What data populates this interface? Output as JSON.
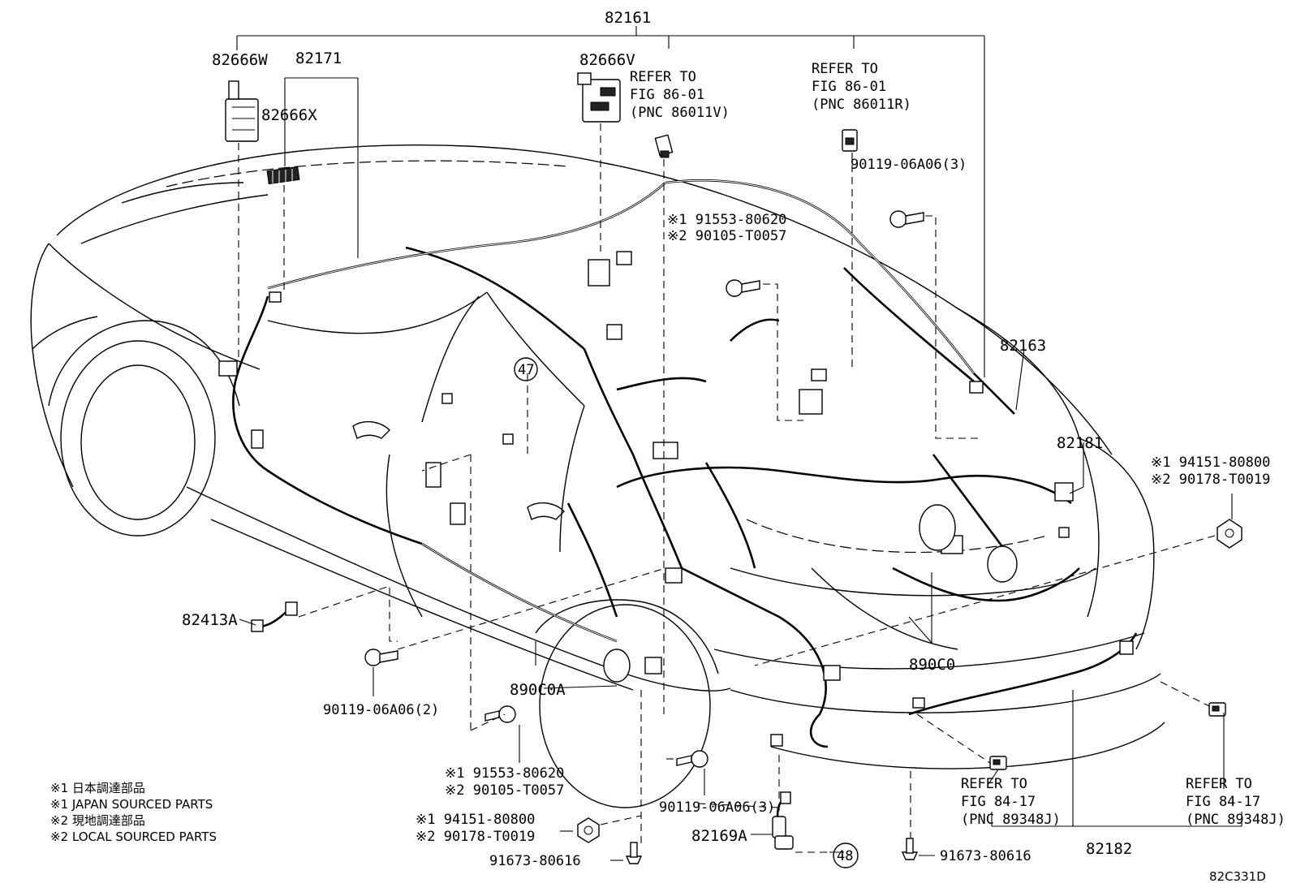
{
  "diagram": {
    "drawing_id": "82C331D",
    "part_labels": {
      "p82161": "82161",
      "p82171": "82171",
      "p82666W": "82666W",
      "p82666X": "82666X",
      "p82666V": "82666V",
      "p82163": "82163",
      "p82181": "82181",
      "p82413A": "82413A",
      "p890C0": "890C0",
      "p890C0A": "890C0A",
      "p82169A": "82169A",
      "p82182": "82182"
    },
    "bolt_labels": {
      "b_top_right": "90119-06A06(3)",
      "b_left_bottom": "90119-06A06(2)",
      "b_center_bottom": "90119-06A06(3)",
      "b_91673_left": "91673-80616",
      "b_91673_right": "91673-80616"
    },
    "marked_labels": {
      "upper_center_1": "※1 91553-80620",
      "upper_center_2": "※2 90105-T0057",
      "right_1": "※1 94151-80800",
      "right_2": "※2 90178-T0019",
      "lower_center_1": "※1 91553-80620",
      "lower_center_2": "※2 90105-T0057",
      "lower_left_1": "※1 94151-80800",
      "lower_left_2": "※2 90178-T0019"
    },
    "refer_blocks": {
      "fig86_v": [
        "REFER TO",
        "FIG 86-01",
        "(PNC 86011V)"
      ],
      "fig86_r": [
        "REFER TO",
        "FIG 86-01",
        "(PNC 86011R)"
      ],
      "fig84_a": [
        "REFER TO",
        "FIG 84-17",
        "(PNC 89348J)"
      ],
      "fig84_b": [
        "REFER TO",
        "FIG 84-17",
        "(PNC 89348J)"
      ]
    },
    "circle_refs": {
      "c47": "47",
      "c48": "48"
    },
    "notes": [
      "※1 日本調達部品",
      "※1 JAPAN SOURCED PARTS",
      "※2 現地調達部品",
      "※2 LOCAL SOURCED PARTS"
    ]
  }
}
